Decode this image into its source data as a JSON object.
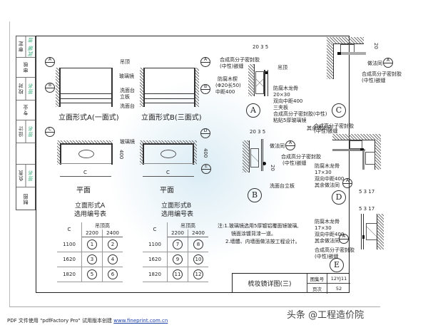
{
  "sidebar": {
    "rows": [
      {
        "label": "审定",
        "sig": "武娜 签"
      },
      {
        "label": "审核",
        "sig": ""
      },
      {
        "label": "校对",
        "sig": "签名"
      },
      {
        "label": "专业",
        "sig": ""
      },
      {
        "label": "设计",
        "sig": "签名"
      },
      {
        "label": "",
        "sig": ""
      },
      {
        "label": "负责",
        "sig": "签名"
      },
      {
        "label": "制图",
        "sig": ""
      }
    ]
  },
  "elevations": {
    "a_caption": "立面形式A(一面式)",
    "b_caption": "立面形式B(三面式)",
    "labels": {
      "top_trim": "吊顶",
      "mirror": "玻璃镜",
      "vanity_top": "洗面台",
      "vanity_panel": "立板",
      "vanity_bottom": "洗面台"
    },
    "callout_a": "A",
    "callout_b": "B"
  },
  "plans": {
    "a_caption": "平面",
    "b_caption": "平面",
    "mirror_label": "玻璃镜",
    "dim_c": "C",
    "dim_400": "400",
    "callout_c": "C",
    "callout_d": "D",
    "callout_e": "E"
  },
  "table_a": {
    "title1": "立面形式A",
    "title2": "选用编号表",
    "col_c": "C",
    "col_group": "吊顶高",
    "cols": [
      "2200",
      "2400"
    ],
    "rows": [
      {
        "c": "1100",
        "v": [
          "1",
          "2"
        ]
      },
      {
        "c": "1620",
        "v": [
          "3",
          "4"
        ]
      },
      {
        "c": "1820",
        "v": [
          "5",
          "6"
        ]
      }
    ]
  },
  "table_b": {
    "title1": "立面形式B",
    "title2": "选用编号表",
    "col_c": "C",
    "col_group": "吊顶高",
    "cols": [
      "2200",
      "2400"
    ],
    "rows": [
      {
        "c": "1100",
        "v": [
          "7",
          "8"
        ]
      },
      {
        "c": "1620",
        "v": [
          "9",
          "10"
        ]
      },
      {
        "c": "1820",
        "v": [
          "11",
          "12"
        ]
      }
    ]
  },
  "detail_a": {
    "id": "A",
    "dims": "20  3  5",
    "note_top1": "合成高分子密封胶",
    "note_top2": "(中性)嵌缝",
    "note_left1": "防腐木楔",
    "note_left2": "(Φ20长50)",
    "note_left3": "中距400",
    "label_trim": "吊顶",
    "n1": "防腐木龙骨",
    "n2": "20×30",
    "n3": "双向中距400",
    "n4": "三夹板",
    "n5": "合成高分子密封胶(中性)",
    "n6": "粘贴5厚玻璃镜"
  },
  "detail_b": {
    "id": "B",
    "dims": "20  3  5",
    "n1": "做法同",
    "n1_ref": "A",
    "n2": "合成高分子密封胶",
    "n3": "(中性)嵌缝",
    "n4": "洗面台立板",
    "dim_v": "20"
  },
  "detail_c": {
    "id": "C",
    "dim": "20",
    "n1": "做法同",
    "n1_ref": "A",
    "n2": "合成高分子密封胶",
    "n3": "(中性)嵌缝"
  },
  "detail_d": {
    "id": "D",
    "n0": "其余做法同",
    "n1": "防腐木龙骨",
    "n2": "17×30",
    "n3": "双向中距400",
    "n4": "其余做法同",
    "n5": "合成高分子密封胶",
    "n6": "(中性)嵌缝",
    "ref": "A",
    "dims": "5  3  17"
  },
  "detail_e": {
    "id": "E",
    "dims": "5  3  17",
    "n1": "防腐木龙骨",
    "n2": "17×30",
    "n3": "双向中距400",
    "n4": "其余做法同",
    "n5": "合成高分子密封胶",
    "n6": "(中性)嵌缝",
    "ref": "A"
  },
  "notes": {
    "line1": "注:1.玻璃镜选用5厚镀铝覆面镜玻璃,",
    "line2": "镜面涂镀背漆一道。",
    "line3": "2.墙體、内墙面做法按工程设计。"
  },
  "title_block": {
    "title": "梳妆镜详图(三)",
    "atlas_label": "图集号",
    "atlas_value": "12YJ11",
    "page_label": "页次",
    "page_value": "52"
  },
  "footer": {
    "text": "PDF 文件使用 \"pdfFactory Pro\" 试用版本创建",
    "link": "www.fineprint.com.cn"
  },
  "brand": "头条 @工程造价院"
}
